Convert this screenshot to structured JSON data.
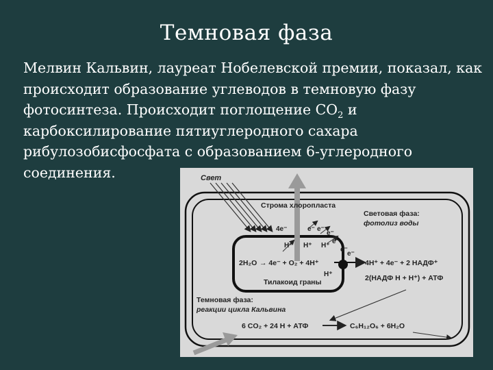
{
  "slide": {
    "title": "Темновая фаза",
    "body": {
      "part1": "Мелвин Кальвин, лауреат Нобелевской премии, показал, как происходит образование углеводов в темновую фазу фотосинтеза. Происходит поглощение CO",
      "sub": "2",
      "part2": " и  карбоксилирование пятиуглеродного сахара рибулозобисфосфата с образованием 6-углеродного соединения."
    }
  },
  "diagram": {
    "light": "Свет",
    "stroma": "Строма хлоропласта",
    "light_phase_title": "Световая фаза:",
    "light_phase_sub": "фотолиз воды",
    "thylakoid": "Тилакоид граны",
    "dark_phase_title": "Темновая фаза:",
    "dark_phase_sub": "реакции цикла Кальвина",
    "eq_water": "2H₂O",
    "eq_arrow_products": "→ 4e⁻ + O₂ + 4H⁺",
    "eq_4e": "4e⁻",
    "eq_right1": "4H⁺ + 4e⁻ + 2 НАДФ⁺",
    "eq_right2": "2(НАДФ H + H⁺) + АТФ",
    "eq_calvin_left": "6 CO₂ + 24 H + АТФ",
    "eq_calvin_right": "C₆H₁₂O₆ + 6H₂O",
    "e_minus": "e⁻",
    "h_plus": "H⁺"
  }
}
